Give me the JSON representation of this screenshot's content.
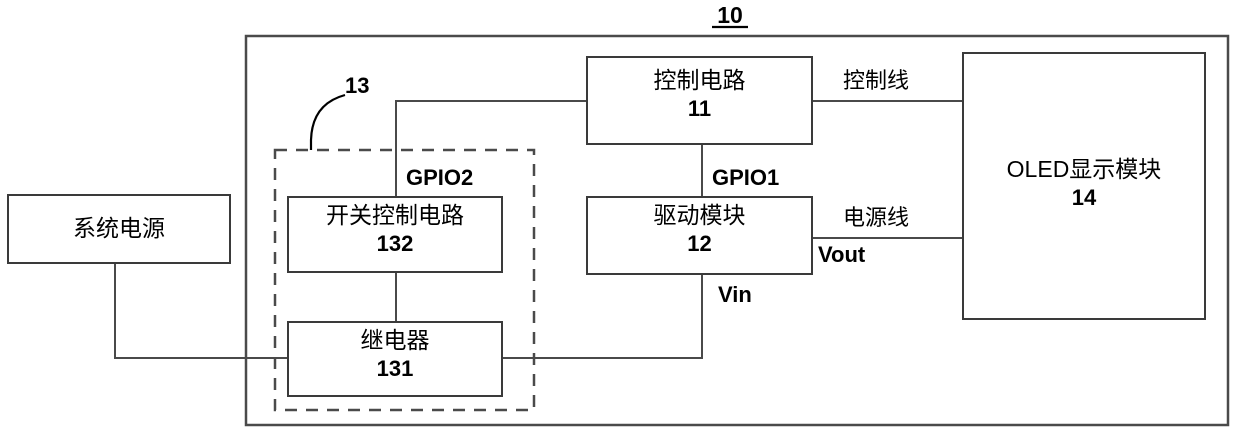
{
  "figure": {
    "label": "10",
    "underlined": true
  },
  "blocks": {
    "system_power": {
      "name": "系统电源",
      "number": ""
    },
    "switch_control": {
      "name": "开关控制电路",
      "number": "132"
    },
    "relay": {
      "name": "继电器",
      "number": "131"
    },
    "control_circuit": {
      "name": "控制电路",
      "number": "11"
    },
    "drive_module": {
      "name": "驱动模块",
      "number": "12"
    },
    "oled_display": {
      "name": "OLED显示模块",
      "number": "14"
    },
    "power_switch_group": {
      "number": "13"
    }
  },
  "signal_labels": {
    "gpio2": "GPIO2",
    "gpio1": "GPIO1",
    "vin": "Vin",
    "vout": "Vout",
    "control_line": "控制线",
    "power_line": "电源线"
  }
}
